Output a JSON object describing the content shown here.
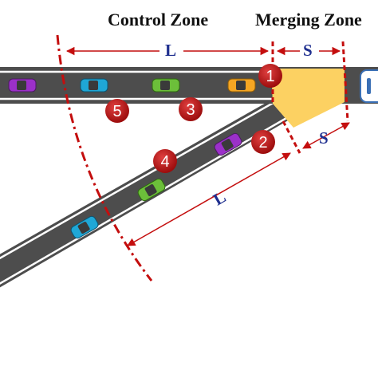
{
  "titles": {
    "control_zone": "Control Zone",
    "merging_zone": "Merging Zone"
  },
  "dimensions": {
    "main_L": "L",
    "main_S": "S",
    "ramp_L": "L",
    "ramp_S": "S"
  },
  "vehicles": [
    {
      "id": "1",
      "color": "#f5a623",
      "road": "main"
    },
    {
      "id": "2",
      "color": "#9b30c9",
      "road": "ramp"
    },
    {
      "id": "3",
      "color": "#6cbf3a",
      "road": "main"
    },
    {
      "id": "4",
      "color": "#6cbf3a",
      "road": "ramp"
    },
    {
      "id": "5",
      "color": "#1fa7d6",
      "road": "main"
    }
  ],
  "unlabeled_vehicles": [
    {
      "color": "#9b30c9",
      "road": "main"
    },
    {
      "color": "#1fa7d6",
      "road": "ramp"
    }
  ],
  "colors": {
    "road": "#4d4d4d",
    "merge_zone": "#fcd162",
    "boundary": "#c40e0e",
    "badge": "#b81414",
    "dimension_text": "#1f2f8f"
  }
}
